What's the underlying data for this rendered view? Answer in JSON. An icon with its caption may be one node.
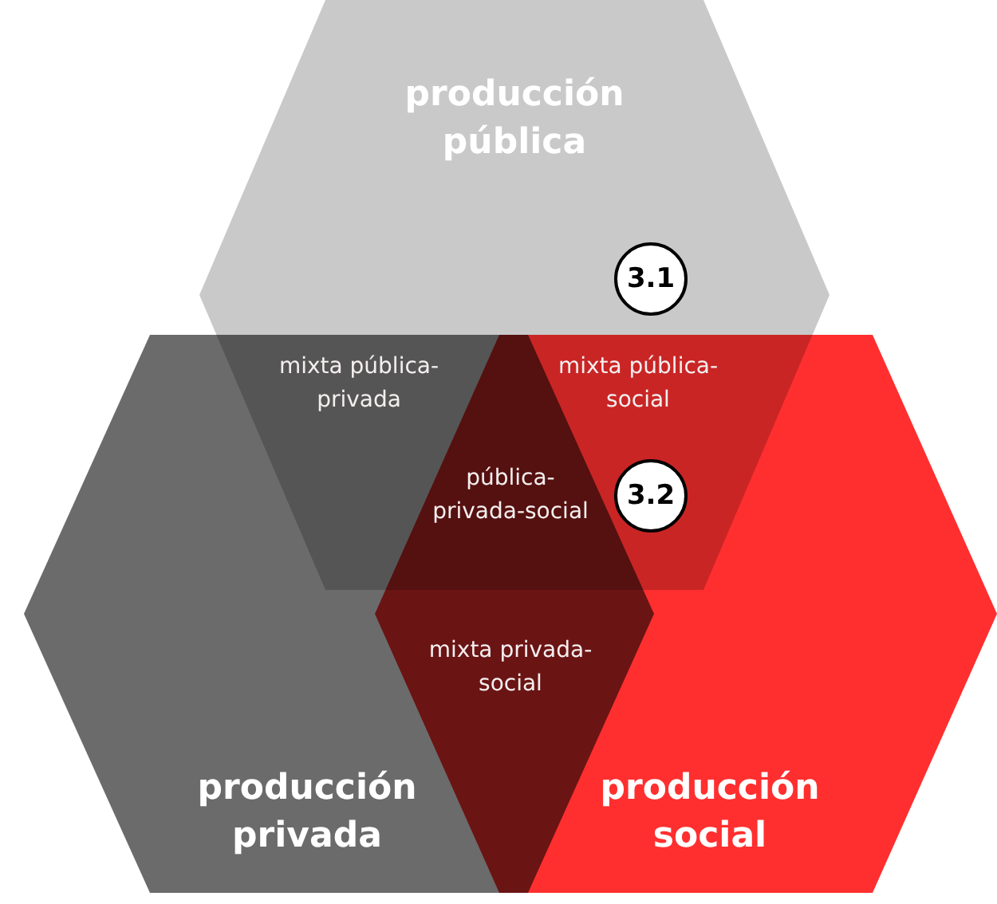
{
  "diagram": {
    "nodes": [
      {
        "text": [
          "producción pública"
        ]
      },
      {
        "text": [
          "producción privada"
        ]
      },
      {
        "text": [
          "producción social"
        ]
      }
    ],
    "labels": [
      "3.1",
      "mixta pública-privada",
      "mixta pública-social",
      "pública-privada-social",
      "3.2",
      "mixta privada-social"
    ]
  }
}
